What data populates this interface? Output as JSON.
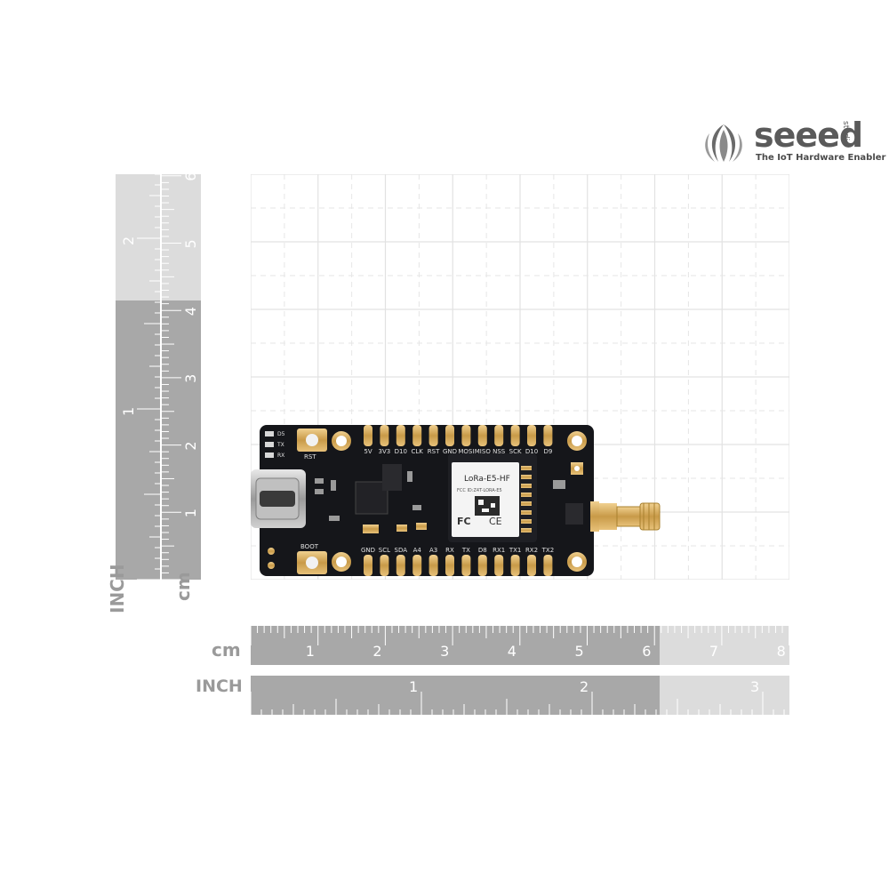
{
  "logo": {
    "brand": "seeed",
    "sub": "studio",
    "tagline": "The IoT Hardware Enabler",
    "brand_color": "#5a5a5a"
  },
  "rulers": {
    "unit_inch": "INCH",
    "unit_cm": "cm",
    "vertical_cm_labels": [
      "1",
      "2",
      "3",
      "4",
      "5",
      "6"
    ],
    "vertical_inch_labels": [
      "1",
      "2"
    ],
    "horizontal_cm_labels": [
      "1",
      "2",
      "3",
      "4",
      "5",
      "6",
      "7",
      "8"
    ],
    "horizontal_inch_labels": [
      "1",
      "2",
      "3"
    ]
  },
  "board": {
    "module_name": "LoRa-E5-HF",
    "fcc_id": "FCC ID:Z4T-LORA-E5",
    "fc_mark": "FC",
    "ce_mark": "CE",
    "top_pins": [
      "5V",
      "3V3",
      "D10",
      "CLK",
      "RST",
      "GND",
      "MOSI",
      "MISO",
      "NSS",
      "SCK",
      "D10",
      "D9"
    ],
    "bottom_pins": [
      "GND",
      "SCL",
      "SDA",
      "A4",
      "A3",
      "RX",
      "TX",
      "D8",
      "RX1",
      "TX1",
      "RX2",
      "TX2"
    ],
    "leds": [
      "D5",
      "TX",
      "RX"
    ],
    "rst_label": "RST",
    "boot_label": "BOOT",
    "pcb_color": "#15161a",
    "gold_color": "#d9b06a"
  }
}
